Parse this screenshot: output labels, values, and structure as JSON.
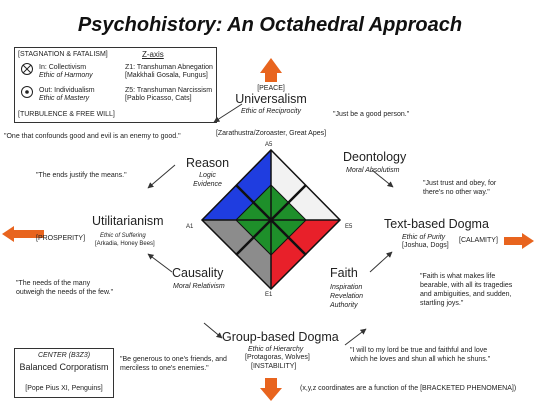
{
  "title": "Psychohistory: An Octahedral Approach",
  "legend": {
    "top": "[STAGNATION & FATALISM]",
    "axis": "Z-axis",
    "in_label": "In: Collectivism",
    "in_ethic": "Ethic of Harmony",
    "z1": "Z1: Transhuman Abnegation",
    "z1_ex": "[Makkhali Gosala, Fungus]",
    "out_label": "Out: Individualism",
    "out_ethic": "Ethic of Mastery",
    "z5": "Z5: Transhuman Narcissism",
    "z5_ex": "[Pablo Picasso, Cats]",
    "bottom": "[TURBULENCE & FREE WILL]"
  },
  "universalism": {
    "phenom": "[PEACE]",
    "name": "Universalism",
    "ethic": "Ethic of Reciprocity",
    "examples": "[Zarathustra/Zoroaster, Great Apes]",
    "quote": "\"Just be a good person.\""
  },
  "quote_good_evil": "\"One that confounds good and evil is an enemy to good.\"",
  "reason": {
    "name": "Reason",
    "sub1": "Logic",
    "sub2": "Evidence",
    "quote": "\"The ends justify the means.\""
  },
  "deontology": {
    "name": "Deontology",
    "sub": "Moral Absolutism",
    "quote1": "\"Just trust and obey, for",
    "quote2": "there's no other way.\""
  },
  "utilitarianism": {
    "name": "Utilitarianism",
    "phenom": "[PROSPERITY]",
    "ethic": "Ethic of Suffering",
    "examples": "[Arkadia, Honey Bees]"
  },
  "text_dogma": {
    "name": "Text-based Dogma",
    "ethic": "Ethic of Purity",
    "examples": "[Joshua, Dogs]",
    "phenom": "[CALAMITY]"
  },
  "causality": {
    "name": "Causality",
    "sub": "Moral Relativism",
    "quote1": "\"The needs of the many",
    "quote2": "outweigh the needs of the few.\""
  },
  "faith": {
    "name": "Faith",
    "sub1": "Inspiration",
    "sub2": "Revelation",
    "sub3": "Authority",
    "quote1": "\"Faith is what makes life",
    "quote2": "bearable, with all its tragedies",
    "quote3": "and ambiguities, and sudden,",
    "quote4": "startling joys.\""
  },
  "group_dogma": {
    "name": "Group-based Dogma",
    "ethic": "Ethic of Hierarchy",
    "examples": "[Protagoras, Wolves]",
    "phenom": "[INSTABILITY]"
  },
  "quote_generous1": "\"Be generous to one's friends, and",
  "quote_generous2": "merciless to one's enemies.\"",
  "quote_lord1": "\"I will to my lord be true and faithful and love",
  "quote_lord2": "which he loves and shun all which he shuns.\"",
  "center_box": {
    "head": "CENTER (B3Z3)",
    "name": "Balanced Corporatism",
    "examples": "[Pope Pius XI, Penguins]"
  },
  "footnote": "(x,y,z coordinates are a function of the [BRACKETED PHENOMENA])",
  "axis_labels": {
    "a5": "A5",
    "a1": "A1",
    "e5": "E5",
    "e1": "E1"
  },
  "colors": {
    "blue": "#1f3de0",
    "green": "#1e8f2a",
    "red": "#e8202a",
    "gray": "#8c8c8c",
    "orange": "#e8641e"
  }
}
